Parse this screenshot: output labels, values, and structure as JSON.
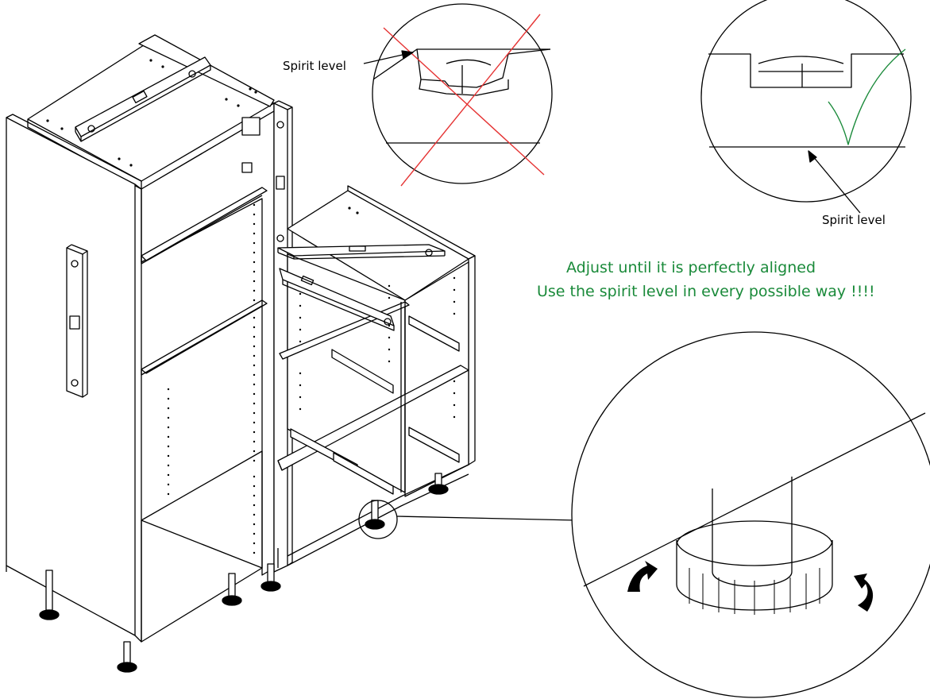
{
  "labels": {
    "spirit_level_left": "Spirit level",
    "spirit_level_right": "Spirit level"
  },
  "instructions": {
    "line1": "Adjust until it is perfectly aligned",
    "line2": "Use the spirit level in every possible way !!!!"
  },
  "colors": {
    "line": "#000000",
    "wrong_mark": "#e53333",
    "right_mark": "#1a8a3a",
    "note_text": "#1a8a3a"
  },
  "icons": [
    "cross-mark-icon",
    "check-mark-icon",
    "rotate-arrow-icon"
  ]
}
